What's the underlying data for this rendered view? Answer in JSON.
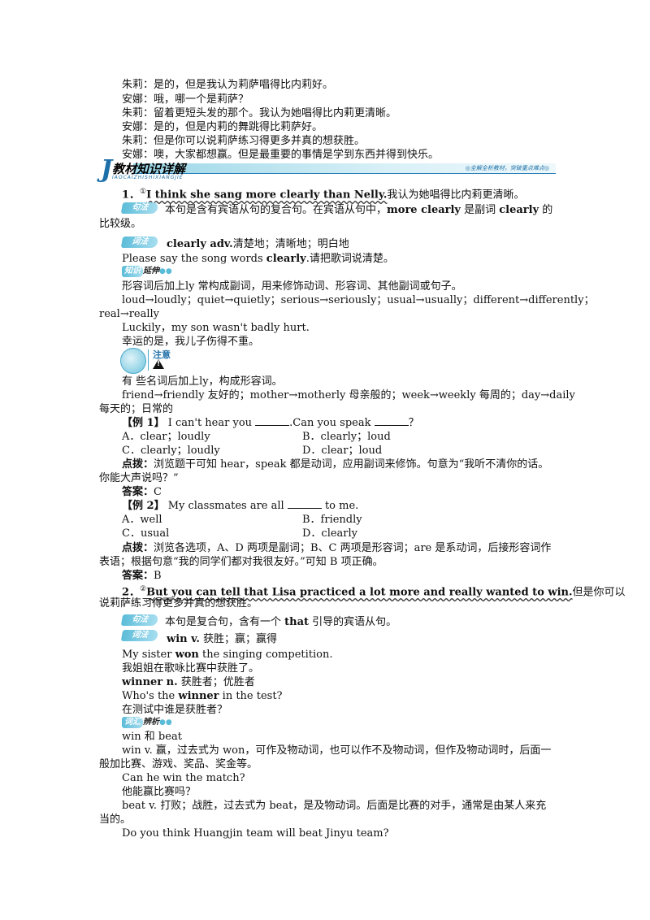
{
  "dialogue": [
    "朱莉：是的，但是我认为莉萨唱得比内莉好。",
    "安娜：哦，哪一个是莉萨？",
    "朱莉：留着更短头发的那个。我认为她唱得比内莉更清晰。",
    "安娜：是的，但是内莉的舞跳得比莉萨好。",
    "朱莉：但是你可以说莉萨练习得更多并真的想获胜。",
    "安娜：噢，大家都想赢。但是最重要的事情是学到东西并得到快乐。"
  ],
  "section": {
    "letter": "J",
    "title": "教材知识详解",
    "pinyin": "IAOCAIZHISHIXIANGJIE",
    "slogan": "◎全解全析教材，突破重点难点◎"
  },
  "tags": {
    "sentence": "句法",
    "word": "词法",
    "extend_icon": "知识",
    "extend_text": "延伸",
    "note": "注意",
    "analysis_icon": "词汇",
    "analysis_text": "辨析",
    "dots": "●●"
  },
  "item1": {
    "num": "1．",
    "mark": "①",
    "sentence": "I think she sang more clearly than Nelly.",
    "translation": "我认为她唱得比内莉更清晰。",
    "syntax_a": "本句是含有宾语从句的复合句。在宾语从句中，",
    "syntax_b": "more clearly",
    "syntax_c": " 是副词 ",
    "syntax_d": "clearly",
    "syntax_e": " 的",
    "syntax_f": "比较级。",
    "word_head": "clearly adv.",
    "word_meaning": "清楚地；清晰地；明白地",
    "ex_a": "Please say the song words ",
    "ex_b": "clearly",
    "ex_c": ".请把歌词说清楚。",
    "extend_1": "形容词后加上ly 常构成副词，用来修饰动词、形容词、其他副词或句子。",
    "extend_2": "loud→loudly；quiet→quietly；serious→seriously；usual→usually；different→differently；",
    "extend_3": "real→really",
    "extend_4": "Luckily，my son wasn't badly hurt.",
    "extend_5": "幸运的是，我儿子伤得不重。",
    "note_1": "有 些名词后加上ly，构成形容词。",
    "note_2": "friend→friendly 友好的；mother→motherly 母亲般的；week→weekly 每周的；day→daily",
    "note_3": "每天的；日常的"
  },
  "example1": {
    "label": "【例 1】",
    "q_a": " I can't hear you ",
    "q_b": ".Can you speak ",
    "q_c": "？",
    "options": [
      "A．clear；loudly",
      "B．clearly；loud",
      "C．clearly；loudly",
      "D．clear；loud"
    ],
    "hint_label": "点拨：",
    "hint_1": "浏览题干可知 hear，speak 都是动词，应用副词来修饰。句意为“我听不清你的话。",
    "hint_2": "你能大声说吗？”",
    "answer_label": "答案：",
    "answer": "C"
  },
  "example2": {
    "label": "【例 2】",
    "q_a": " My classmates are all ",
    "q_b": " to me.",
    "options": [
      "A．well",
      "B．friendly",
      "C．usual",
      "D．clearly"
    ],
    "hint_label": "点拨：",
    "hint_1": "浏览各选项，A、D 两项是副词；B、C 两项是形容词；are 是系动词，后接形容词作",
    "hint_2": "表语；根据句意“我的同学们都对我很友好。”可知 B 项正确。",
    "answer_label": "答案：",
    "answer": "B"
  },
  "item2": {
    "num": "2．",
    "mark": "②",
    "sentence": "But you can tell that Lisa practiced a lot more and really wanted to win.",
    "translation_1": "但是你可以",
    "translation_2": "说莉萨练习得更多并真的想获胜。",
    "syntax_a": "本句是复合句，含有一个 ",
    "syntax_b": "that",
    "syntax_c": " 引导的宾语从句。",
    "word_head": "win v.",
    "word_meaning": " 获胜；赢；赢得",
    "ex1_a": "My sister ",
    "ex1_b": "won",
    "ex1_c": " the singing competition.",
    "ex1_cn": "我姐姐在歌咏比赛中获胜了。",
    "winner_head": "winner n.",
    "winner_meaning": " 获胜者；优胜者",
    "ex2_a": "Who's the ",
    "ex2_b": "winner",
    "ex2_c": " in the test?",
    "ex2_cn": "在测试中谁是获胜者？",
    "cmp_title": "win 和 beat",
    "win_1": "win v. 赢，过去式为 won，可作及物动词，也可以作不及物动词，但作及物动词时，后面一",
    "win_2": "般加比赛、游戏、奖品、奖金等。",
    "win_ex": "Can he win the match?",
    "win_ex_cn": "他能赢比赛吗？",
    "beat_1": "beat v. 打败；战胜，过去式为 beat，是及物动词。后面是比赛的对手，通常是由某人来充",
    "beat_2": "当的。",
    "beat_ex": "Do you think Huangjin team will beat Jinyu team?"
  }
}
